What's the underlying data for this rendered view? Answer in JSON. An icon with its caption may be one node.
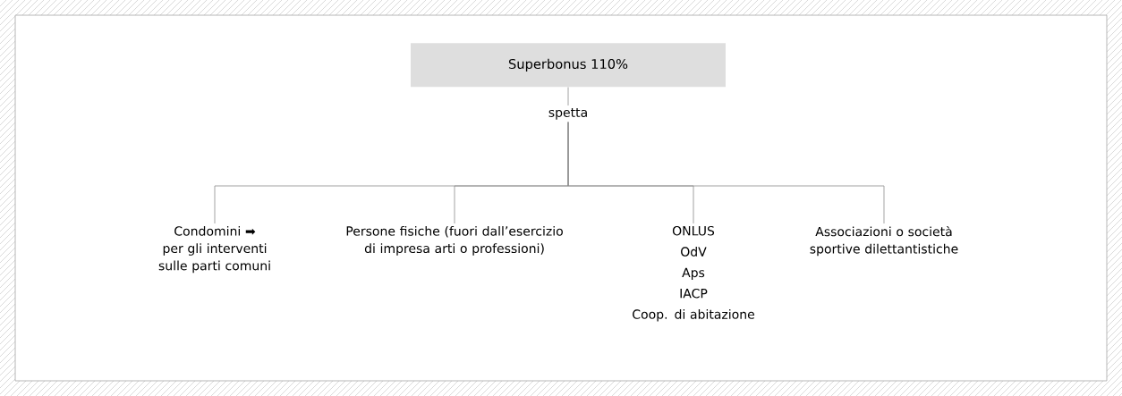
{
  "diagram": {
    "nodes": [
      {
        "text": [
          "Superbonus 110%"
        ]
      },
      {
        "text": [
          "spetta"
        ]
      },
      {
        "text": [
          "Condomini ➡ per gli interventi sulle parti comuni"
        ]
      },
      {
        "text": [
          "Persone fisiche (fuori dall’esercizio di impresa arti o professioni)"
        ]
      },
      {
        "text": [
          "ONLUS",
          "OdV",
          "Aps",
          "IACP",
          "Coop. di abitazione"
        ]
      },
      {
        "text": [
          "Associazioni o società sportive dilettantistiche"
        ]
      }
    ],
    "edges": [
      {
        "from": 0,
        "to": 1,
        "arrow": "none"
      },
      {
        "from": 1,
        "to": 2,
        "arrow": "none"
      },
      {
        "from": 1,
        "to": 3,
        "arrow": "none"
      },
      {
        "from": 1,
        "to": 4,
        "arrow": "none"
      },
      {
        "from": 1,
        "to": 5,
        "arrow": "none"
      }
    ]
  }
}
